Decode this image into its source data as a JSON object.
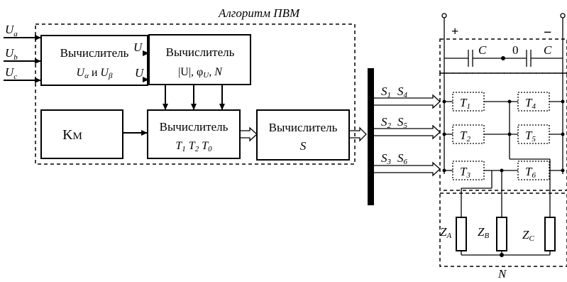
{
  "algorithm_title": "Алгоритм ПВМ",
  "inputs": {
    "ua": "U",
    "ua_sub": "a",
    "ub": "U",
    "ub_sub": "b",
    "uc": "U",
    "uc_sub": "c"
  },
  "calc1": {
    "title": "Вычислитель",
    "line2_u1": "U",
    "sub1": "α",
    "and": " и ",
    "line2_u2": "U",
    "sub2": "β"
  },
  "calc1_out_upper": "U",
  "calc1_out_lower": "U",
  "calc2": {
    "title": "Вычислитель",
    "line2": "|U|, φ",
    "sub": "U",
    "line2_end": ", N"
  },
  "km": {
    "text": "K",
    "sub": "M"
  },
  "calc3": {
    "title": "Вычислитель",
    "t1": "T",
    "t1s": "1",
    "t2": "T",
    "t2s": "2",
    "t0": "T",
    "t0s": "0"
  },
  "calc4": {
    "title": "Вычислитель",
    "line2": "S"
  },
  "signals": [
    {
      "a": "S",
      "as": "1",
      "b": "S",
      "bs": "4"
    },
    {
      "a": "S",
      "as": "2",
      "b": "S",
      "bs": "5"
    },
    {
      "a": "S",
      "as": "3",
      "b": "S",
      "bs": "6"
    }
  ],
  "dc_bus": {
    "plus": "+",
    "minus": "−",
    "cap1": "C",
    "mid": "0",
    "cap2": "C"
  },
  "switches": [
    {
      "t": "T",
      "s": "1"
    },
    {
      "t": "T",
      "s": "2"
    },
    {
      "t": "T",
      "s": "3"
    },
    {
      "t": "T",
      "s": "4"
    },
    {
      "t": "T",
      "s": "5"
    },
    {
      "t": "T",
      "s": "6"
    }
  ],
  "loads": [
    {
      "z": "Z",
      "s": "A"
    },
    {
      "z": "Z",
      "s": "B"
    },
    {
      "z": "Z",
      "s": "C"
    }
  ],
  "neutral": "N"
}
